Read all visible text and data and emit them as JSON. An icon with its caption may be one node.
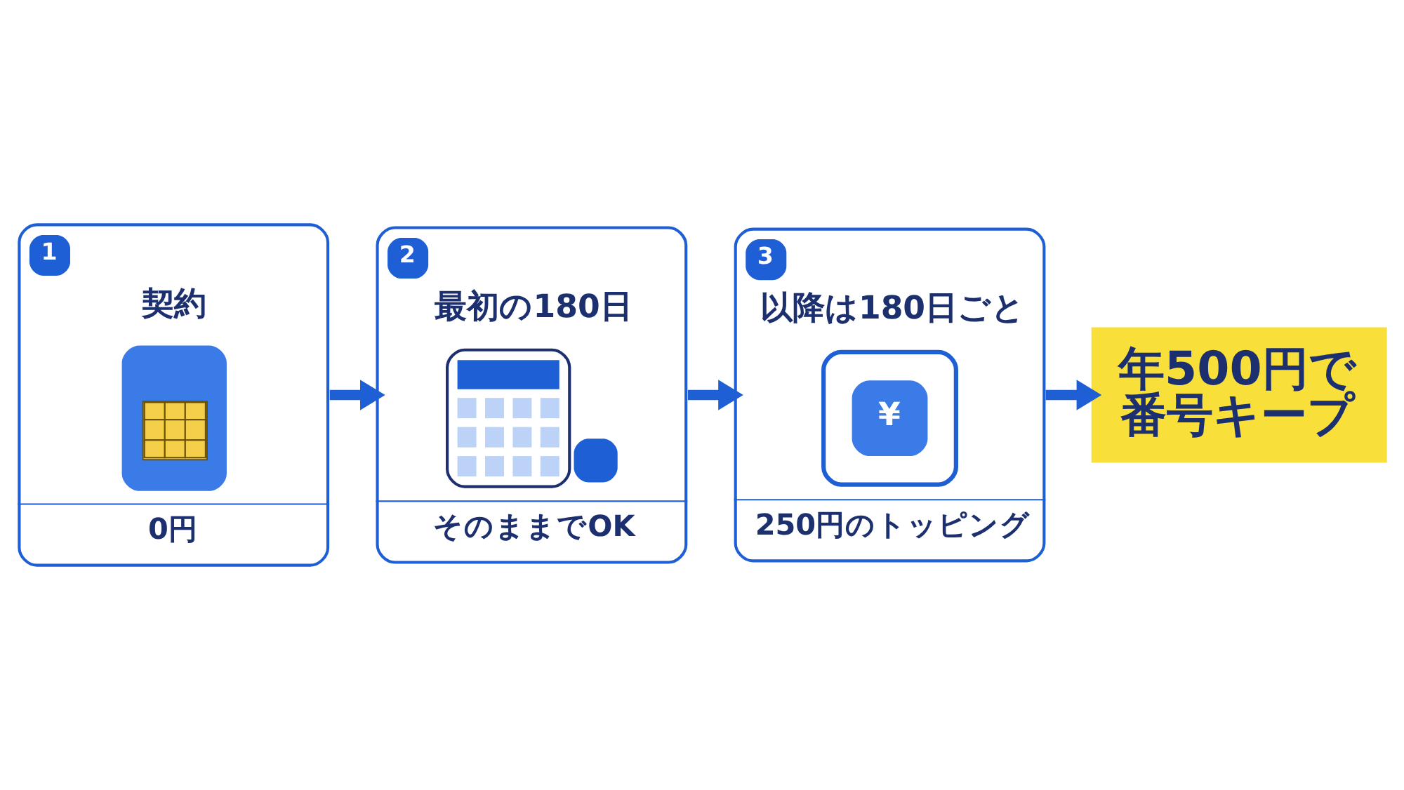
{
  "diagram": {
    "nodes": [
      {
        "text": [
          "1",
          "契約",
          "0円"
        ]
      },
      {
        "text": [
          "2",
          "最初の180日",
          "そのままでOK"
        ]
      },
      {
        "text": [
          "3",
          "以降は180日ごと",
          "¥",
          "250円のトッピング"
        ]
      },
      {
        "text": [
          "年500円で番号キープ"
        ]
      }
    ],
    "edges": [
      {
        "from": 0,
        "to": 1,
        "arrow": "to"
      },
      {
        "from": 1,
        "to": 2,
        "arrow": "to"
      },
      {
        "from": 2,
        "to": 3,
        "arrow": "to"
      }
    ]
  }
}
